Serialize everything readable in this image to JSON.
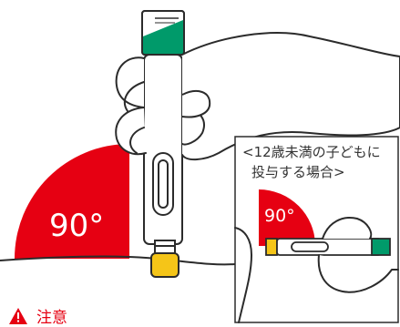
{
  "main": {
    "angle_label": "90°",
    "caution_label": "注意"
  },
  "inset": {
    "caption_line1": "<12歳未満の子どもに",
    "caption_line2": "投与する場合>",
    "angle_label": "90°"
  },
  "colors": {
    "angle_red": "#e60012",
    "pen_green": "#009a6a",
    "cap_yellow": "#f5c518",
    "outline": "#2b2b2b"
  }
}
